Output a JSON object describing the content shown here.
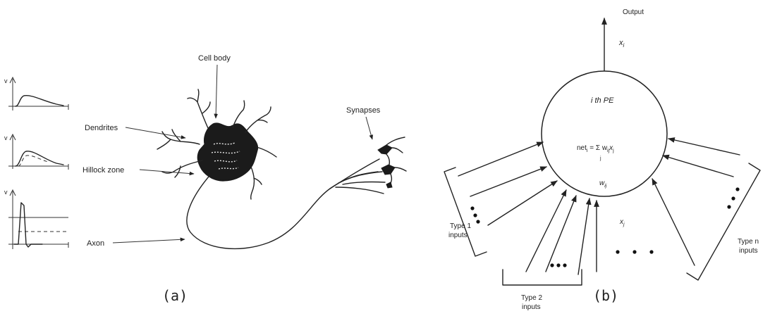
{
  "panel_a": {
    "caption": "(a)",
    "labels": {
      "dendrites": "Dendrites",
      "cell_body": "Cell body",
      "hillock_zone": "Hillock zone",
      "axon": "Axon",
      "synapses": "Synapses"
    },
    "plot_axis_label": "v"
  },
  "panel_b": {
    "caption": "(b)",
    "output_label": "Output",
    "output_var": "x",
    "output_sub": "i",
    "pe_label": "i th PE",
    "net_eq": "net",
    "net_sub": "i",
    "net_rhs": " = Σ w",
    "net_rhs_sub": "ij",
    "net_x": "x",
    "net_x_sub": "j",
    "net_sum_sub": "j",
    "weight_label": "w",
    "weight_sub": "ij",
    "input_var": "x",
    "input_sub": "j",
    "groups": [
      {
        "line1": "Type 1",
        "line2": "inputs"
      },
      {
        "line1": "Type 2",
        "line2": "inputs"
      },
      {
        "line1": "Type n",
        "line2": "inputs"
      }
    ]
  }
}
